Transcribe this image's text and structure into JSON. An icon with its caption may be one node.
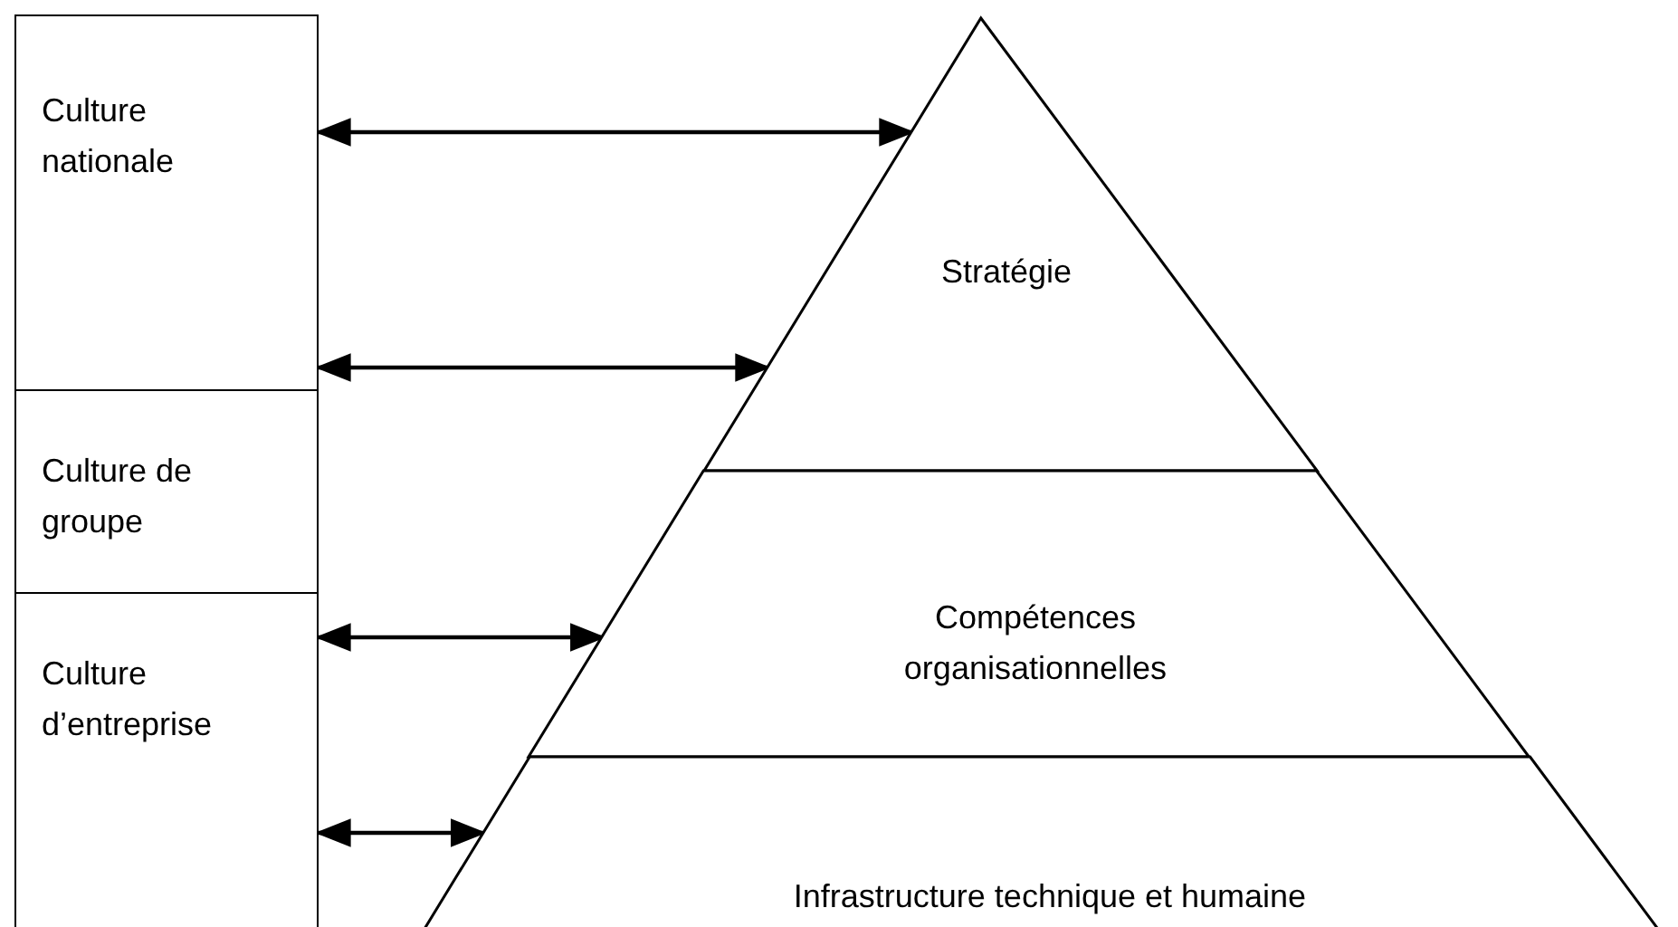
{
  "diagram": {
    "nodes": [
      {
        "text": [
          "Culture nationale"
        ]
      },
      {
        "text": [
          "Culture de groupe"
        ]
      },
      {
        "text": [
          "Culture d’entreprise"
        ]
      },
      {
        "text": [
          "Stratégie"
        ]
      },
      {
        "text": [
          "Compétences organisationnelles"
        ]
      },
      {
        "text": [
          "Infrastructure technique et humaine"
        ]
      }
    ],
    "edges": [
      {
        "from": 0,
        "to": 3,
        "arrow": "both"
      },
      {
        "from": 0,
        "to": 3,
        "arrow": "both"
      },
      {
        "from": 2,
        "to": 4,
        "arrow": "both"
      },
      {
        "from": 2,
        "to": 5,
        "arrow": "both"
      }
    ]
  }
}
